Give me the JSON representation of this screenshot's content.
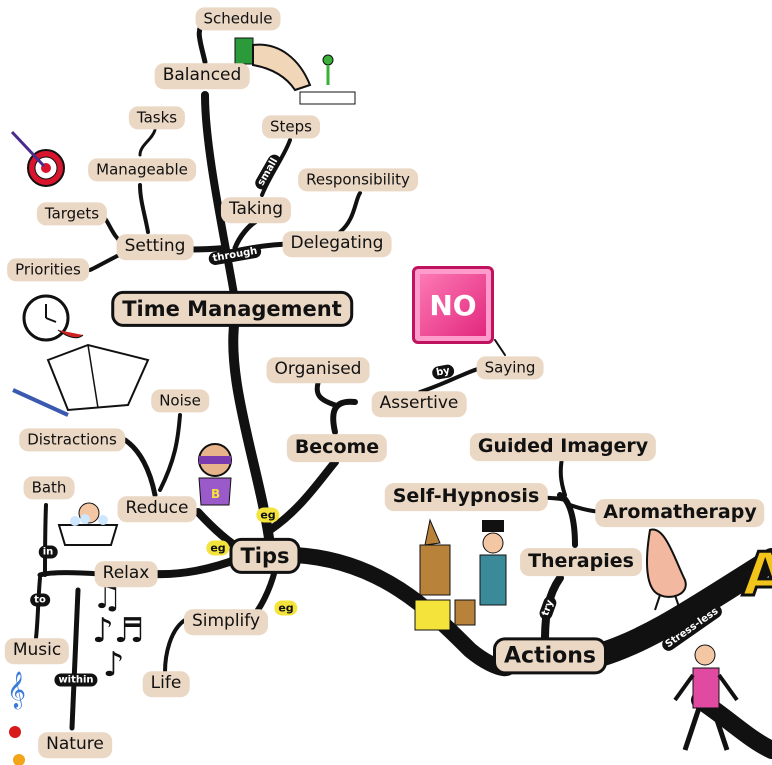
{
  "nodes": {
    "schedule": "Schedule",
    "balanced": "Balanced",
    "tasks": "Tasks",
    "steps": "Steps",
    "manageable": "Manageable",
    "responsibility": "Responsibility",
    "taking": "Taking",
    "targets": "Targets",
    "setting": "Setting",
    "delegating": "Delegating",
    "priorities": "Priorities",
    "time_management": "Time Management",
    "organised": "Organised",
    "saying": "Saying",
    "assertive": "Assertive",
    "noise": "Noise",
    "become": "Become",
    "distractions": "Distractions",
    "guided_imagery": "Guided Imagery",
    "bath": "Bath",
    "reduce": "Reduce",
    "self_hypnosis": "Self-Hypnosis",
    "aromatherapy": "Aromatherapy",
    "tips": "Tips",
    "relax": "Relax",
    "therapies": "Therapies",
    "simplify": "Simplify",
    "music": "Music",
    "life": "Life",
    "actions": "Actions",
    "nature": "Nature"
  },
  "connectors": {
    "small": "small",
    "through": "through",
    "by": "by",
    "in": "in",
    "to": "to",
    "within": "within",
    "try": "try",
    "stress_less": "Stress-less",
    "eg": "eg"
  },
  "images": {
    "no_sign": "NO"
  },
  "colors": {
    "branch": "#111111",
    "bubble": "#ead7c4",
    "eg_label": "#f3e33a",
    "no_button": "#e0227a"
  }
}
